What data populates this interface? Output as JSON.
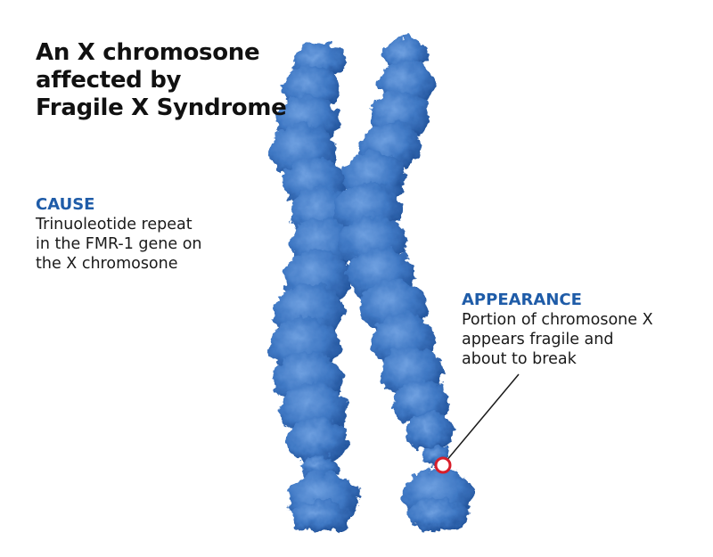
{
  "title": {
    "lines": [
      "An X chromosone",
      "affected by",
      "Fragile X Syndrome"
    ]
  },
  "cause": {
    "heading": "CAUSE",
    "lines": [
      "Trinuoleotide repeat",
      "in the FMR-1 gene on",
      "the X chromosone"
    ]
  },
  "appearance": {
    "heading": "APPEARANCE",
    "lines": [
      "Portion of chromosone X",
      "appears fragile and",
      "about to break"
    ]
  },
  "colors": {
    "chromosome": "#3f78c4",
    "chromosome_shadow": "#1f4f96",
    "heading": "#1f5ca8",
    "marker": "#d81e2a"
  }
}
